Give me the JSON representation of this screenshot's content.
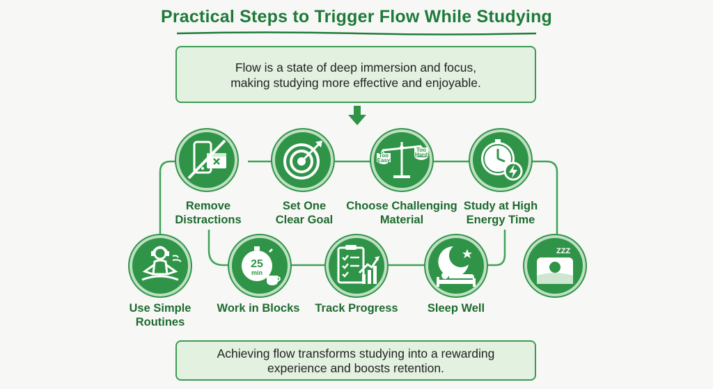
{
  "title": "Practical Steps to Trigger Flow While Studying",
  "intro": {
    "line1": "Flow is a state of deep immersion and focus,",
    "line2": "making studying more effective and enjoyable."
  },
  "steps": [
    {
      "line1": "Remove",
      "line2": "Distractions",
      "icon": "phone-distraction-icon"
    },
    {
      "line1": "Set One",
      "line2": "Clear Goal",
      "icon": "target-icon"
    },
    {
      "line1": "Choose Challenging",
      "line2": "Material",
      "icon": "balance-scale-icon",
      "scale_left": [
        "Too",
        "Easy"
      ],
      "scale_right": [
        "Too",
        "Hard"
      ]
    },
    {
      "line1": "Study at High",
      "line2": "Energy Time",
      "icon": "clock-energy-icon"
    },
    {
      "line1": "Use Simple",
      "line2": "Routines",
      "icon": "meditation-icon"
    },
    {
      "line1": "Work in Blocks",
      "line2": "",
      "icon": "timer-coffee-icon",
      "timer_value": "25",
      "timer_unit": "min"
    },
    {
      "line1": "Track Progress",
      "line2": "",
      "icon": "checklist-chart-icon"
    },
    {
      "line1": "Sleep Well",
      "line2": "",
      "icon": "moon-bed-icon"
    },
    {
      "line1": "",
      "line2": "",
      "icon": "sleeping-person-icon",
      "zzz": "ZZZ"
    }
  ],
  "outro": {
    "line1": "Achieving flow transforms studying into a rewarding",
    "line2": "experience and boosts retention."
  },
  "colors": {
    "accent": "#2f9447",
    "text_green": "#1e7a3a",
    "box_fill": "#e3f1e1",
    "ring": "#bfe0c3"
  }
}
